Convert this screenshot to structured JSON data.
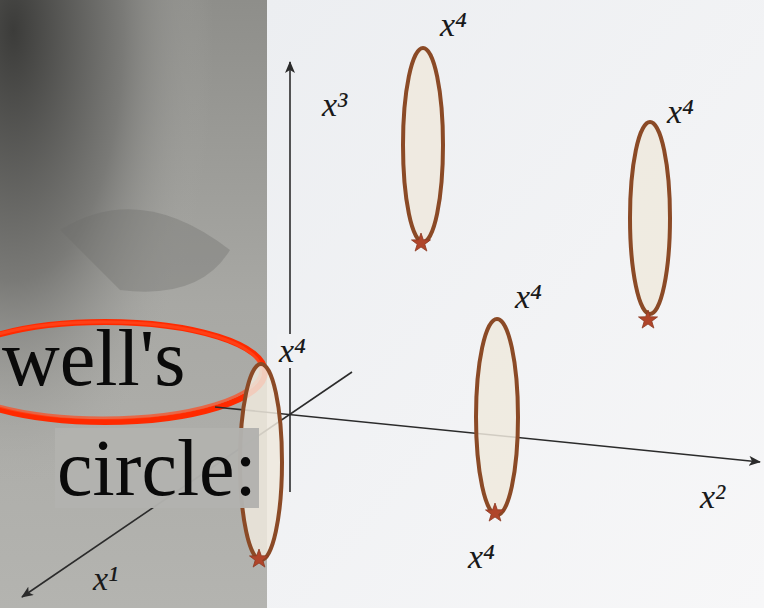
{
  "diagram": {
    "labels": [
      "well's",
      "circle:",
      "x³",
      "x⁴",
      "x⁴",
      "x⁴",
      "x⁴",
      "x⁴",
      "x²",
      "x¹"
    ]
  }
}
